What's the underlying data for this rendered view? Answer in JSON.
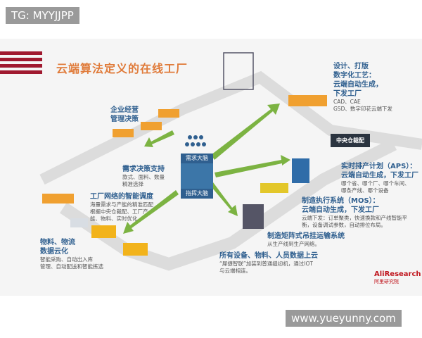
{
  "watermarks": {
    "top": "TG: MYYJJPP",
    "bottom": "www.yueyunny.com"
  },
  "title": "云端算法定义的在线工厂",
  "colors": {
    "title": "#e07b3a",
    "heading": "#2f5f8f",
    "stripes": "#a0192f",
    "arrow": "#7cb342",
    "band": "#dcdcdc"
  },
  "center": {
    "demand_brain": "需求大脑",
    "command_brain": "指挥大脑"
  },
  "central_warehouse": "中央仓裁配",
  "blocks": {
    "enterprise": {
      "lines": [
        "企业经营",
        "管理决策"
      ]
    },
    "design": {
      "lines": [
        "设计、打版",
        "数字化工艺：",
        "云端自动生成，",
        "下发工厂"
      ],
      "details": [
        "CAD、CAE",
        "GSD、数字印花云端下发"
      ]
    },
    "demand": {
      "heading": "需求决策支持",
      "details": [
        "款式、面料、数量",
        "精准选择"
      ]
    },
    "network": {
      "heading": "工厂网络的智能调度",
      "details": [
        "海量需求与产能的精准匹配",
        "根据中央仓裁配、工厂产",
        "能、物料、实时优化"
      ]
    },
    "material": {
      "lines": [
        "物料、物流",
        "数据云化"
      ],
      "details": [
        "智能采购、自动出入库",
        "管理、自动配送和智能拣选"
      ]
    },
    "aps": {
      "lines": [
        "实时排产计划（APS）：",
        "云端自动生成，下发工厂"
      ],
      "details": [
        "哪个省、哪个厂、哪个车间、",
        "哪条产线、哪个设备"
      ]
    },
    "mos": {
      "lines": [
        "制造执行系统（MOS）：",
        "云端自动生成，下发工厂"
      ],
      "details": [
        "云端下发：订单聚类，快速换款和产线智能平",
        "衡，设备调试参数，自动排位布局。"
      ]
    },
    "hanging": {
      "heading": "制造矩阵式吊挂运输系统",
      "details": [
        "从生产线到生产网络。"
      ]
    },
    "cloud": {
      "heading": "所有设备、物料、人员数据上云",
      "details": [
        "“犀捷智联”加装到普通缝纫机，通过IOT",
        "与云端相连。"
      ]
    }
  },
  "logo": {
    "brand": "AliResearch",
    "sub": "阿里研究院"
  }
}
